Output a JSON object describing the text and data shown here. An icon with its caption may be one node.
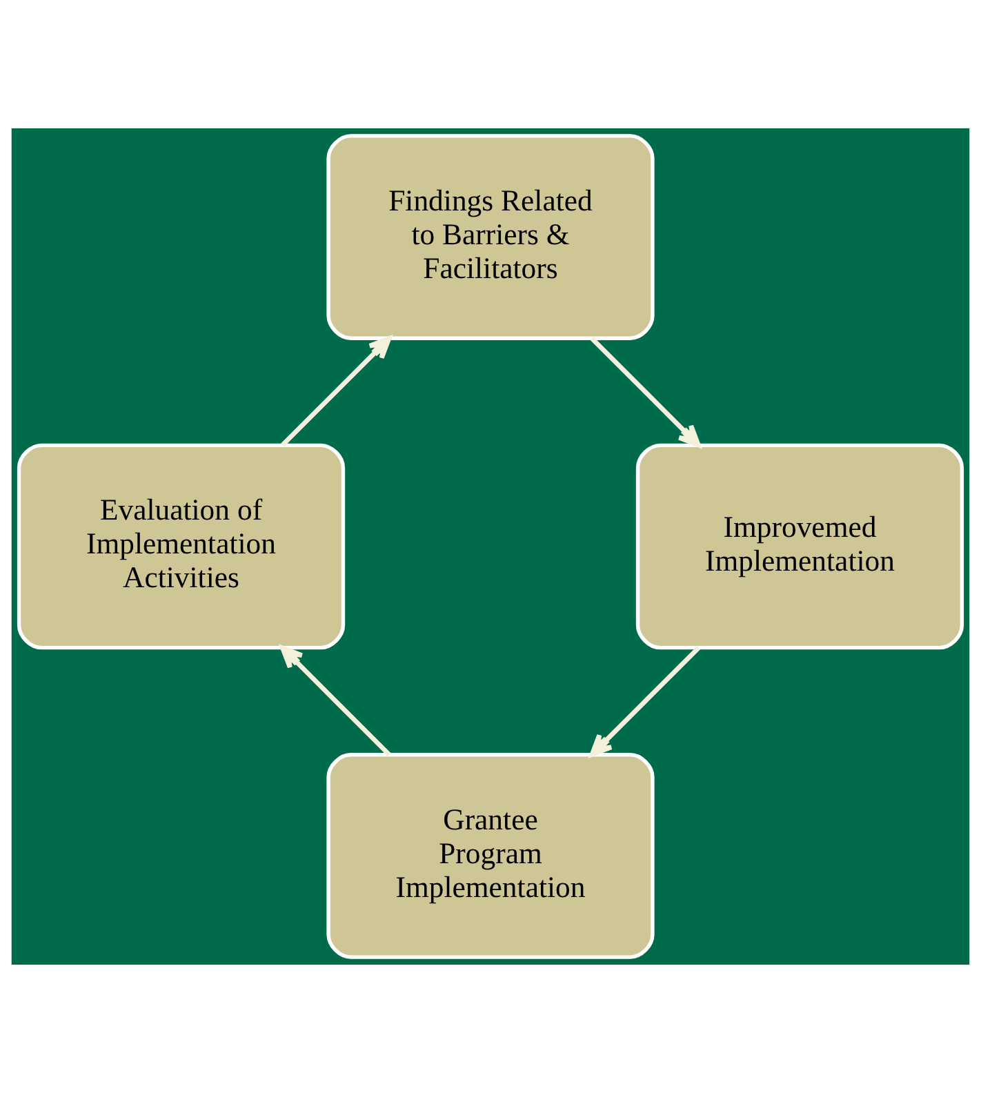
{
  "diagram": {
    "nodes": [
      {
        "text": [
          "Grantee Program Implementation"
        ]
      },
      {
        "text": [
          "Evaluation of Implementation Activities"
        ]
      },
      {
        "text": [
          "Findings Related to Barriers & Facilitators"
        ]
      },
      {
        "text": [
          "Improvemed Implementation"
        ]
      }
    ],
    "edges": [
      {
        "from": 0,
        "to": 1,
        "arrow": "to"
      },
      {
        "from": 1,
        "to": 2,
        "arrow": "to"
      },
      {
        "from": 2,
        "to": 3,
        "arrow": "to"
      },
      {
        "from": 3,
        "to": 0,
        "arrow": "to"
      }
    ]
  }
}
